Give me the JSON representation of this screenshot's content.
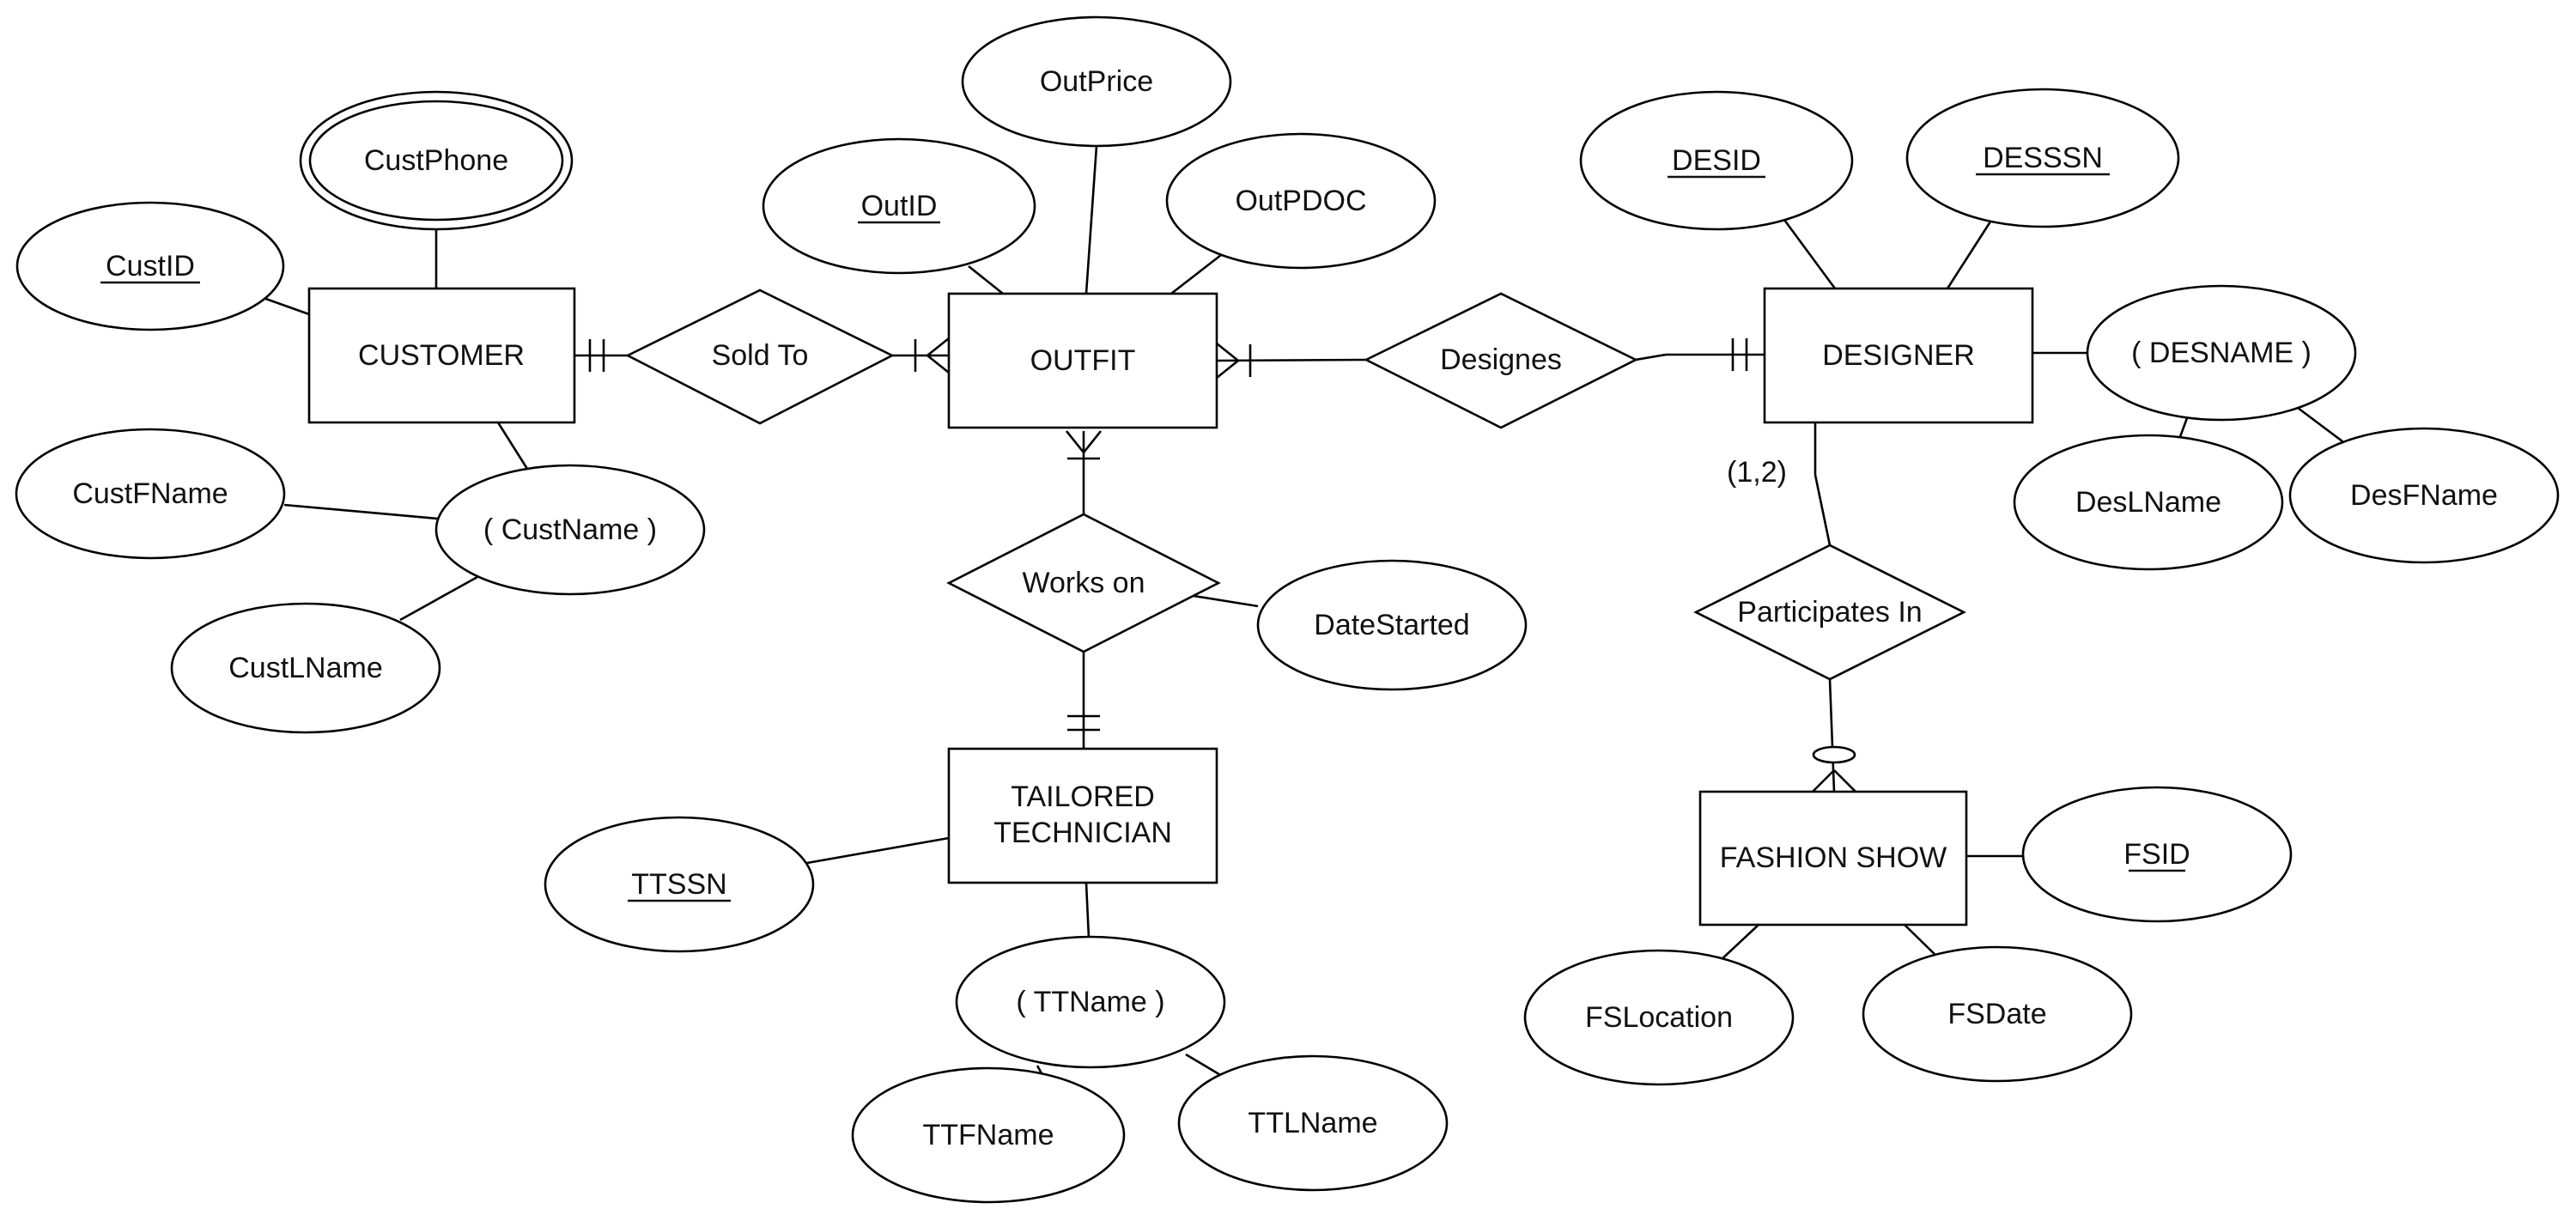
{
  "entities": {
    "customer": "CUSTOMER",
    "outfit": "OUTFIT",
    "designer": "DESIGNER",
    "tailored_technician": [
      "TAILORED",
      "TECHNICIAN"
    ],
    "fashion_show": "FASHION SHOW"
  },
  "relationships": {
    "sold_to": "Sold To",
    "designes": "Designes",
    "works_on": "Works on",
    "participates_in": "Participates In"
  },
  "attributes": {
    "cust_id": "CustID",
    "cust_phone": "CustPhone",
    "cust_name": "( CustName )",
    "cust_fname": "CustFName",
    "cust_lname": "CustLName",
    "out_id": "OutID",
    "out_price": "OutPrice",
    "out_pdoc": "OutPDOC",
    "date_started": "DateStarted",
    "des_id": "DESID",
    "des_ssn": "DESSSN",
    "des_name": "( DESNAME )",
    "des_lname": "DesLName",
    "des_fname": "DesFName",
    "tt_ssn": "TTSSN",
    "tt_name": "( TTName )",
    "tt_fname": "TTFName",
    "tt_lname": "TTLName",
    "fs_id": "FSID",
    "fs_location": "FSLocation",
    "fs_date": "FSDate"
  },
  "cardinality_note": "(1,2)"
}
